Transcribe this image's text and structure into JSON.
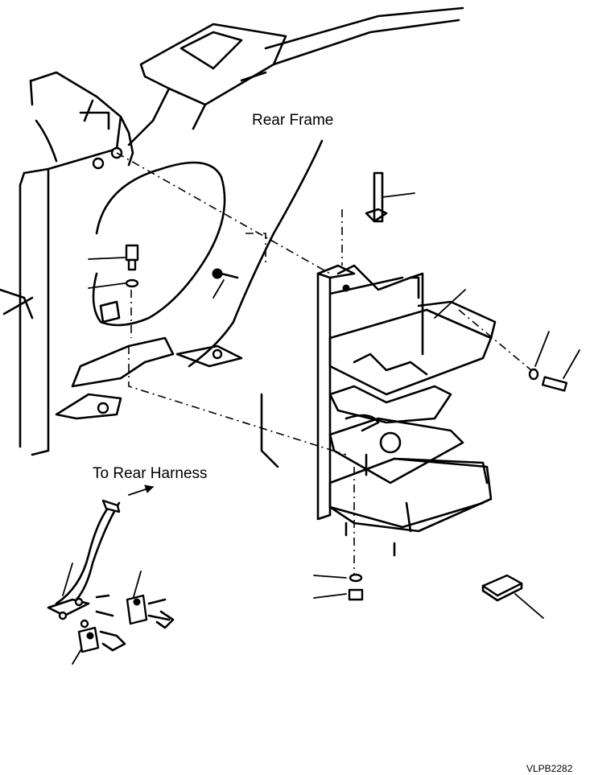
{
  "labels": {
    "rear_frame": "Rear Frame",
    "to_rear_harness": "To Rear Harness",
    "drawing_code": "VLPB2282"
  }
}
